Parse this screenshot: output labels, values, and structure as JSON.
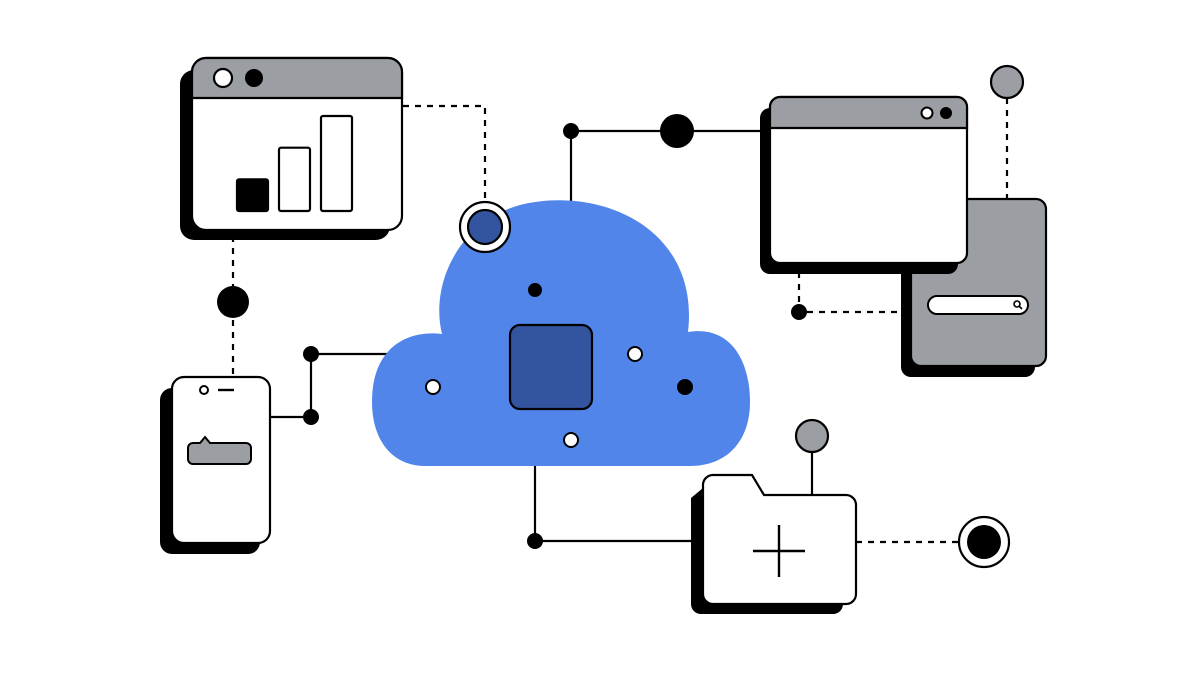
{
  "diagram": {
    "theme": "cloud-computing-network",
    "colors": {
      "background": "#ffffff",
      "cloud": "#5185EA",
      "chip": "#3355A0",
      "ink": "#000000",
      "panel_gray": "#9B9EA3",
      "window_bar": "#9B9EA3",
      "node_fill": "#000000",
      "node_gray": "#9B9EA3"
    },
    "icons": {
      "cloud": "cloud-icon",
      "chip": "processor-chip-icon",
      "analytics_window": "bar-chart-window-icon",
      "phone": "mobile-phone-icon",
      "browser_window": "browser-window-icon",
      "server_panel": "search-panel-icon",
      "folder": "add-folder-icon"
    },
    "analytics_window": {
      "bars": [
        {
          "value": 1,
          "filled": true
        },
        {
          "value": 2,
          "filled": false
        },
        {
          "value": 3,
          "filled": false
        }
      ]
    }
  }
}
